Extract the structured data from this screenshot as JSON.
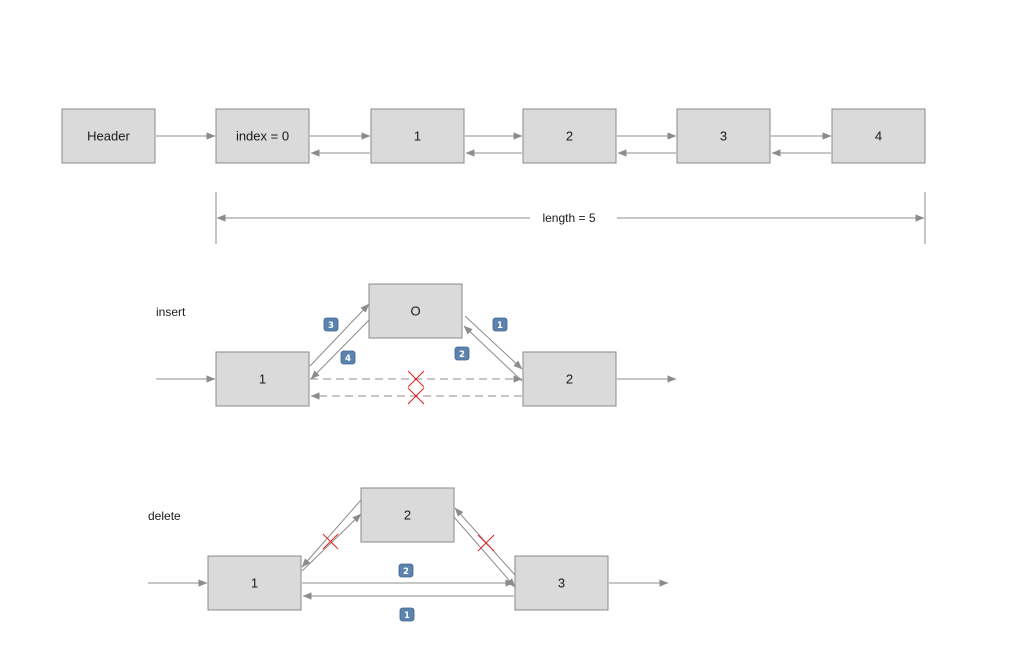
{
  "linked_list": {
    "nodes": [
      "Header",
      "index = 0",
      "1",
      "2",
      "3",
      "4"
    ],
    "length_label": "length = 5"
  },
  "insert": {
    "label": "insert",
    "left_node": "1",
    "new_node": "O",
    "right_node": "2",
    "badges": [
      "3",
      "4",
      "1",
      "2"
    ]
  },
  "delete": {
    "label": "delete",
    "left_node": "1",
    "removed_node": "2",
    "right_node": "3",
    "badges": [
      "2",
      "1"
    ]
  },
  "colors": {
    "node_fill": "#dadada",
    "node_border": "#8a8a8a",
    "arrow": "#8c8c8c",
    "badge": "#5b83ad",
    "cross": "#e02020"
  }
}
